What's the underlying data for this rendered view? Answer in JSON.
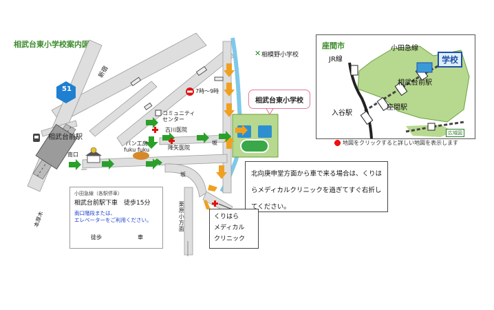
{
  "map": {
    "title": "相武台東小学校案内図",
    "route_number": "51",
    "labels": {
      "sagamino_school": "相模野小学校",
      "shinjuku": "新宿",
      "no_entry": "7時～9時",
      "community_center": "コミュニティ\nセンター",
      "furukawa_clinic": "古川医院",
      "sagamidai_station": "相武台前駅",
      "south_exit": "南口",
      "bakery": "パン工房\nfuku fuku",
      "kouya_clinic": "降矢医院",
      "slope_1": "坂",
      "slope_2": "坂",
      "kuriharasho": "栗原小方面",
      "honatsugi": "本厚木"
    },
    "school_name": "相武台東小学校",
    "route_box": {
      "line": "小田急線（各駅停車）",
      "access": "相武台前駅下車　徒歩15分",
      "south_exit_note": "南口階段または、\nエレベーターをご利用ください。",
      "walk_label": "徒歩",
      "car_label": "車"
    },
    "car_note": "北向庚申堂方面から車で来る場合は、くりはらメディカルクリニックを過ぎてすぐ右折してください。",
    "clinic_name": "くりはら\nメディカル\nクリニック"
  },
  "inset": {
    "city": "座間市",
    "jr_line": "JR線",
    "odakyu_line": "小田急線",
    "school": "学校",
    "sagamidai": "相武台前駅",
    "iriya": "入谷駅",
    "zama": "座間駅",
    "wide_area": "広域図"
  },
  "inset_note": "地図をクリックすると詳しい地図を表示します",
  "colors": {
    "title_green": "#3a8a2a",
    "walk_arrow": "#2aa02a",
    "car_arrow": "#f0a020",
    "river": "#7fc8ea",
    "road": "#d8d8d8",
    "school_area": "#b7d98f",
    "callout_border": "#e07b97",
    "cross": "#e11111",
    "note_blue": "#1a3fd0"
  }
}
